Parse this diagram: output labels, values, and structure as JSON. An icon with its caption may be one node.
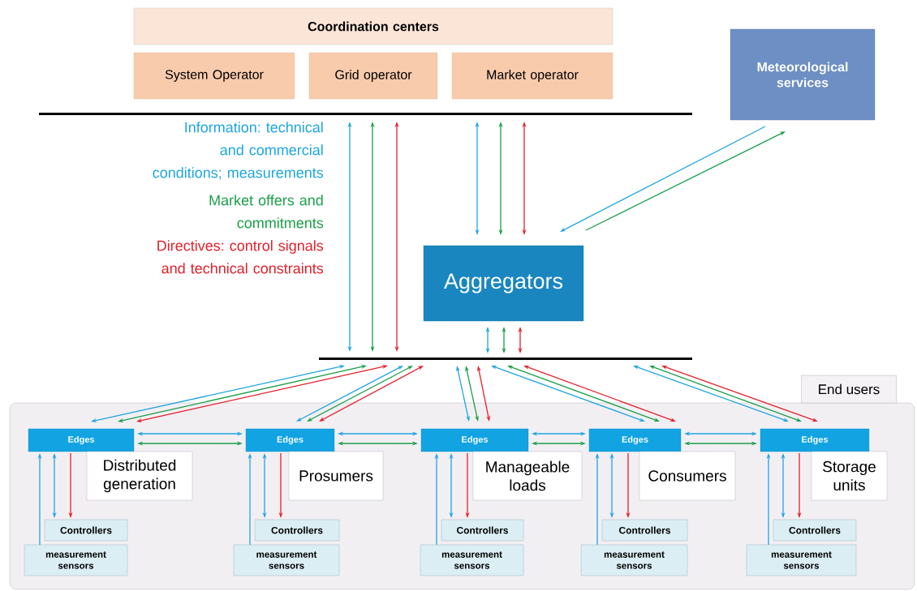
{
  "diagram": {
    "nodes": [
      {
        "text": [
          "Coordination centers"
        ]
      },
      {
        "text": [
          "System Operator"
        ]
      },
      {
        "text": [
          "Grid operator"
        ]
      },
      {
        "text": [
          "Market operator"
        ]
      },
      {
        "text": [
          "Meteorological services"
        ]
      },
      {
        "text": [],
        "shape": "bar"
      },
      {
        "text": [
          "Aggregators"
        ]
      },
      {
        "text": [],
        "shape": "bar"
      },
      {
        "text": [
          "End users"
        ]
      },
      {
        "text": [
          "Edges"
        ],
        "in": 8
      },
      {
        "text": [
          "Distributed generation"
        ],
        "in": 8
      },
      {
        "text": [
          "Controllers"
        ],
        "in": 8
      },
      {
        "text": [
          "measurement sensors"
        ],
        "in": 8
      },
      {
        "text": [
          "Edges"
        ],
        "in": 8
      },
      {
        "text": [
          "Prosumers"
        ],
        "in": 8
      },
      {
        "text": [
          "Controllers"
        ],
        "in": 8
      },
      {
        "text": [
          "measurement sensors"
        ],
        "in": 8
      },
      {
        "text": [
          "Edges"
        ],
        "in": 8
      },
      {
        "text": [
          "Manageable loads"
        ],
        "in": 8
      },
      {
        "text": [
          "Controllers"
        ],
        "in": 8
      },
      {
        "text": [
          "measurement sensors"
        ],
        "in": 8
      },
      {
        "text": [
          "Edges"
        ],
        "in": 8
      },
      {
        "text": [
          "Consumers"
        ],
        "in": 8
      },
      {
        "text": [
          "Controllers"
        ],
        "in": 8
      },
      {
        "text": [
          "measurement sensors"
        ],
        "in": 8
      },
      {
        "text": [
          "Edges"
        ],
        "in": 8
      },
      {
        "text": [
          "Storage units"
        ],
        "in": 8
      },
      {
        "text": [
          "Controllers"
        ],
        "in": 8
      },
      {
        "text": [
          "measurement sensors"
        ],
        "in": 8
      }
    ],
    "edges": [
      {
        "from": 5,
        "to": 7,
        "arrow": "both",
        "color": "#1ea5e0"
      },
      {
        "from": 5,
        "to": 7,
        "arrow": "both",
        "color": "#1a9f4a"
      },
      {
        "from": 5,
        "to": 7,
        "arrow": "both",
        "color": "#e3202b"
      },
      {
        "from": 5,
        "to": 6,
        "arrow": "both",
        "color": "#1ea5e0"
      },
      {
        "from": 5,
        "to": 6,
        "arrow": "both",
        "color": "#1a9f4a"
      },
      {
        "from": 5,
        "to": 6,
        "arrow": "both",
        "color": "#e3202b"
      },
      {
        "from": 6,
        "to": 7,
        "arrow": "both",
        "color": "#1ea5e0"
      },
      {
        "from": 6,
        "to": 7,
        "arrow": "both",
        "color": "#1a9f4a"
      },
      {
        "from": 6,
        "to": 7,
        "arrow": "both",
        "color": "#e3202b"
      },
      {
        "from": 4,
        "to": 6,
        "arrow": "to",
        "color": "#1ea5e0"
      },
      {
        "from": 6,
        "to": 4,
        "arrow": "to",
        "color": "#1a9f4a"
      },
      {
        "from": 7,
        "to": 9,
        "arrow": "both",
        "color": "#1ea5e0"
      },
      {
        "from": 7,
        "to": 9,
        "arrow": "both",
        "color": "#1a9f4a"
      },
      {
        "from": 7,
        "to": 9,
        "arrow": "both",
        "color": "#e3202b"
      },
      {
        "from": 7,
        "to": 13,
        "arrow": "both",
        "color": "#1ea5e0"
      },
      {
        "from": 7,
        "to": 13,
        "arrow": "both",
        "color": "#1a9f4a"
      },
      {
        "from": 7,
        "to": 13,
        "arrow": "both",
        "color": "#e3202b"
      },
      {
        "from": 7,
        "to": 17,
        "arrow": "both",
        "color": "#1ea5e0"
      },
      {
        "from": 7,
        "to": 17,
        "arrow": "both",
        "color": "#1a9f4a"
      },
      {
        "from": 7,
        "to": 17,
        "arrow": "both",
        "color": "#e3202b"
      },
      {
        "from": 7,
        "to": 21,
        "arrow": "both",
        "color": "#1ea5e0"
      },
      {
        "from": 7,
        "to": 21,
        "arrow": "both",
        "color": "#1a9f4a"
      },
      {
        "from": 7,
        "to": 21,
        "arrow": "both",
        "color": "#e3202b"
      },
      {
        "from": 7,
        "to": 25,
        "arrow": "both",
        "color": "#1ea5e0"
      },
      {
        "from": 7,
        "to": 25,
        "arrow": "both",
        "color": "#1a9f4a"
      },
      {
        "from": 7,
        "to": 25,
        "arrow": "both",
        "color": "#e3202b"
      },
      {
        "from": 9,
        "to": 13,
        "arrow": "both",
        "color": "#1ea5e0"
      },
      {
        "from": 9,
        "to": 13,
        "arrow": "both",
        "color": "#1a9f4a"
      },
      {
        "from": 13,
        "to": 17,
        "arrow": "both",
        "color": "#1ea5e0"
      },
      {
        "from": 13,
        "to": 17,
        "arrow": "both",
        "color": "#1a9f4a"
      },
      {
        "from": 17,
        "to": 21,
        "arrow": "both",
        "color": "#1ea5e0"
      },
      {
        "from": 17,
        "to": 21,
        "arrow": "both",
        "color": "#1a9f4a"
      },
      {
        "from": 21,
        "to": 25,
        "arrow": "both",
        "color": "#1ea5e0"
      },
      {
        "from": 21,
        "to": 25,
        "arrow": "both",
        "color": "#1a9f4a"
      },
      {
        "from": 12,
        "to": 9,
        "arrow": "to",
        "color": "#1ea5e0"
      },
      {
        "from": 9,
        "to": 11,
        "arrow": "both",
        "color": "#1ea5e0"
      },
      {
        "from": 9,
        "to": 11,
        "arrow": "to",
        "color": "#e3202b"
      },
      {
        "from": 16,
        "to": 13,
        "arrow": "to",
        "color": "#1ea5e0"
      },
      {
        "from": 13,
        "to": 15,
        "arrow": "both",
        "color": "#1ea5e0"
      },
      {
        "from": 13,
        "to": 15,
        "arrow": "to",
        "color": "#e3202b"
      },
      {
        "from": 20,
        "to": 17,
        "arrow": "to",
        "color": "#1ea5e0"
      },
      {
        "from": 17,
        "to": 19,
        "arrow": "both",
        "color": "#1ea5e0"
      },
      {
        "from": 17,
        "to": 19,
        "arrow": "to",
        "color": "#e3202b"
      },
      {
        "from": 24,
        "to": 21,
        "arrow": "to",
        "color": "#1ea5e0"
      },
      {
        "from": 21,
        "to": 23,
        "arrow": "both",
        "color": "#1ea5e0"
      },
      {
        "from": 21,
        "to": 23,
        "arrow": "to",
        "color": "#e3202b"
      },
      {
        "from": 28,
        "to": 25,
        "arrow": "to",
        "color": "#1ea5e0"
      },
      {
        "from": 25,
        "to": 27,
        "arrow": "both",
        "color": "#1ea5e0"
      },
      {
        "from": 25,
        "to": 27,
        "arrow": "to",
        "color": "#e3202b"
      }
    ],
    "labels": [
      "Information: technical and commercial conditions; measurements",
      "Market offers and commitments",
      "Directives: control signals and technical constraints"
    ]
  }
}
